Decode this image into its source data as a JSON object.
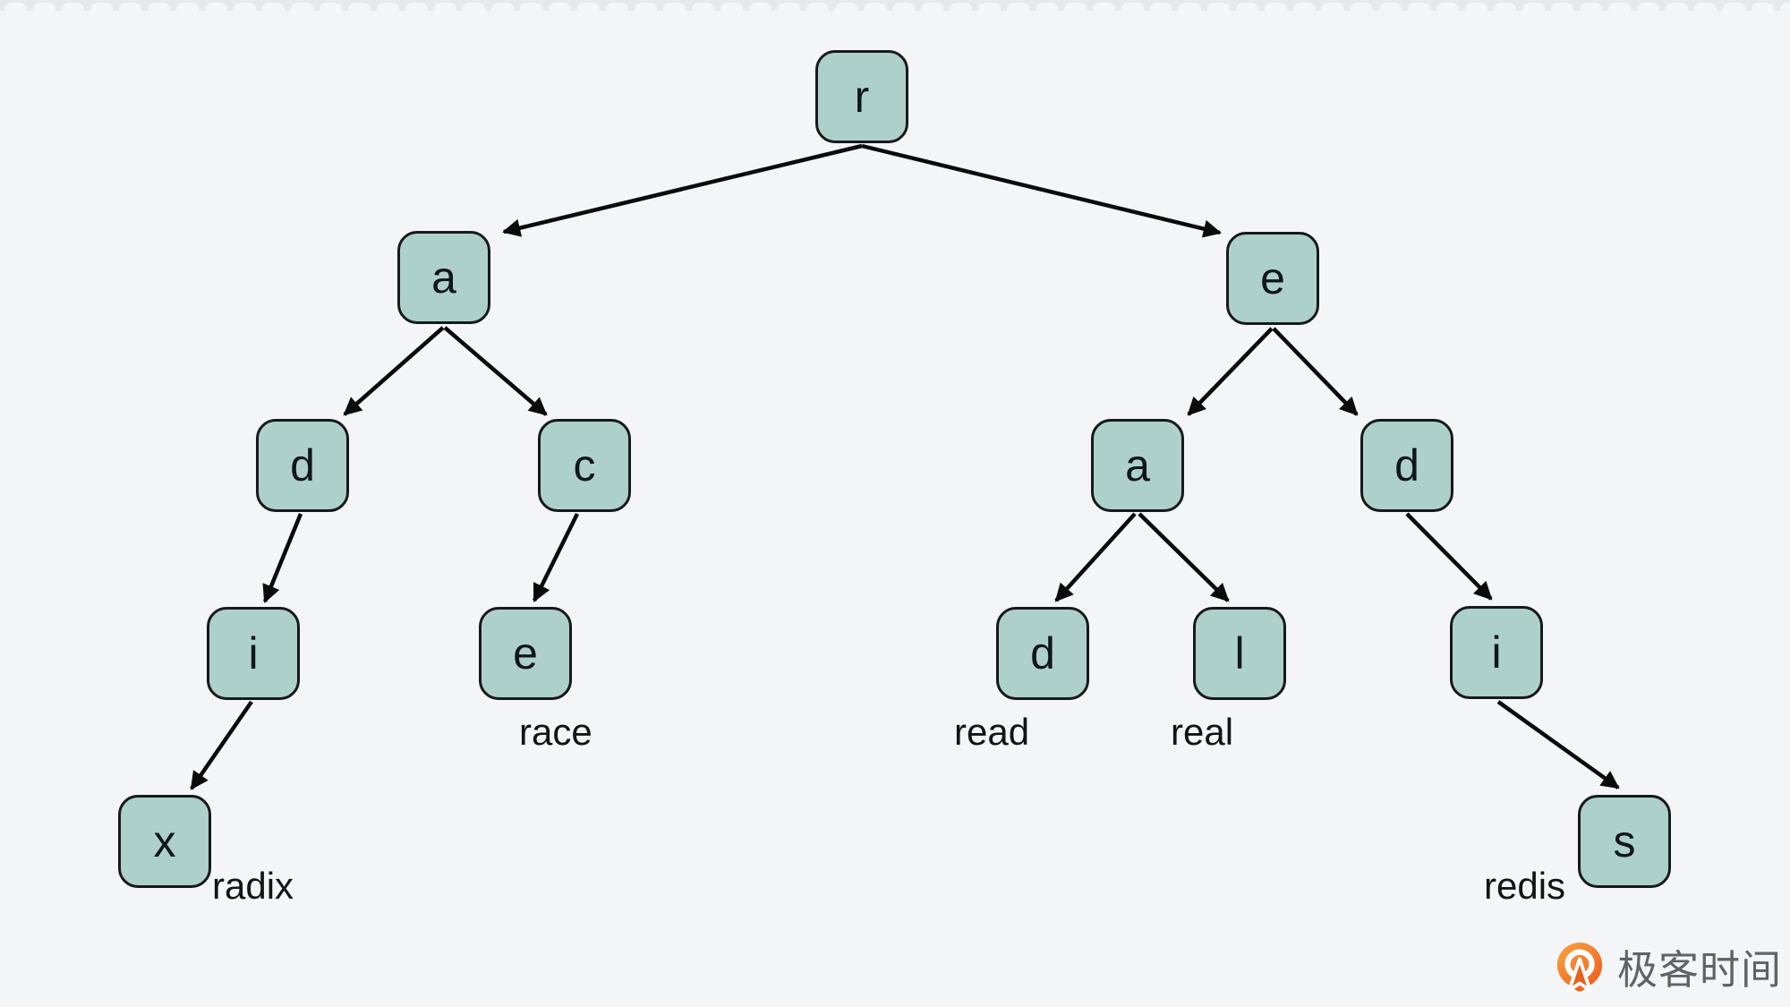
{
  "page": {
    "background_color": "#f3f5f6"
  },
  "tree": {
    "type": "radix-tree",
    "node_fill_color": "#aed0ca",
    "node_border_color": "#17191a",
    "edge_color": "#0b0b0b",
    "nodes": [
      {
        "id": "root",
        "letter": "r"
      },
      {
        "id": "ra",
        "letter": "a"
      },
      {
        "id": "re",
        "letter": "e"
      },
      {
        "id": "rad",
        "letter": "d"
      },
      {
        "id": "rac",
        "letter": "c"
      },
      {
        "id": "rea",
        "letter": "a"
      },
      {
        "id": "red",
        "letter": "d"
      },
      {
        "id": "radi",
        "letter": "i"
      },
      {
        "id": "race",
        "letter": "e"
      },
      {
        "id": "read",
        "letter": "d"
      },
      {
        "id": "real",
        "letter": "l"
      },
      {
        "id": "redi",
        "letter": "i"
      },
      {
        "id": "radix",
        "letter": "x"
      },
      {
        "id": "redis",
        "letter": "s"
      }
    ],
    "edges": [
      {
        "from": "root",
        "to": "ra"
      },
      {
        "from": "root",
        "to": "re"
      },
      {
        "from": "ra",
        "to": "rad"
      },
      {
        "from": "ra",
        "to": "rac"
      },
      {
        "from": "re",
        "to": "rea"
      },
      {
        "from": "re",
        "to": "red"
      },
      {
        "from": "rad",
        "to": "radi"
      },
      {
        "from": "rac",
        "to": "race"
      },
      {
        "from": "rea",
        "to": "read"
      },
      {
        "from": "rea",
        "to": "real"
      },
      {
        "from": "red",
        "to": "redi"
      },
      {
        "from": "radi",
        "to": "radix"
      },
      {
        "from": "redi",
        "to": "redis"
      }
    ],
    "words": [
      {
        "id": "race",
        "text": "race"
      },
      {
        "id": "read",
        "text": "read"
      },
      {
        "id": "real",
        "text": "real"
      },
      {
        "id": "radix",
        "text": "radix"
      },
      {
        "id": "redis",
        "text": "redis"
      }
    ]
  },
  "watermark": {
    "brand": "极客时间",
    "accent_color": "#f06a21",
    "text_color": "#5f6367"
  }
}
